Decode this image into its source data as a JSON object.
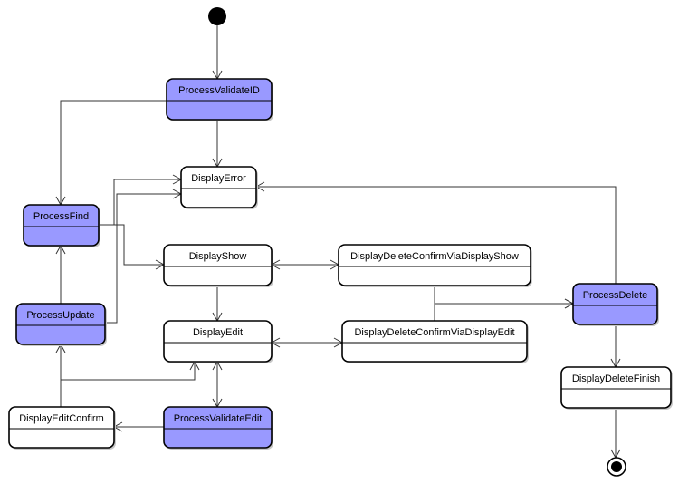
{
  "colors": {
    "process_fill": "#9999ff",
    "display_fill": "#ffffff",
    "stroke": "#000000",
    "edge": "#333333"
  },
  "states": [
    {
      "id": "validateID",
      "label": "ProcessValidateID",
      "kind": "process"
    },
    {
      "id": "error",
      "label": "DisplayError",
      "kind": "display"
    },
    {
      "id": "find",
      "label": "ProcessFind",
      "kind": "process"
    },
    {
      "id": "show",
      "label": "DisplayShow",
      "kind": "display"
    },
    {
      "id": "delConfShow",
      "label": "DisplayDeleteConfirmViaDisplayShow",
      "kind": "display"
    },
    {
      "id": "processDelete",
      "label": "ProcessDelete",
      "kind": "process"
    },
    {
      "id": "update",
      "label": "ProcessUpdate",
      "kind": "process"
    },
    {
      "id": "edit",
      "label": "DisplayEdit",
      "kind": "display"
    },
    {
      "id": "delConfEdit",
      "label": "DisplayDeleteConfirmViaDisplayEdit",
      "kind": "display"
    },
    {
      "id": "deleteFinish",
      "label": "DisplayDeleteFinish",
      "kind": "display"
    },
    {
      "id": "editConfirm",
      "label": "DisplayEditConfirm",
      "kind": "display"
    },
    {
      "id": "validateEdit",
      "label": "ProcessValidateEdit",
      "kind": "process"
    }
  ],
  "pseudo_states": [
    {
      "id": "start",
      "kind": "initial"
    },
    {
      "id": "end",
      "kind": "final"
    }
  ],
  "transitions": [
    {
      "from": "start",
      "to": "validateID"
    },
    {
      "from": "validateID",
      "to": "error"
    },
    {
      "from": "validateID",
      "to": "find"
    },
    {
      "from": "find",
      "to": "error"
    },
    {
      "from": "find",
      "to": "show"
    },
    {
      "from": "update",
      "to": "error"
    },
    {
      "from": "update",
      "to": "find"
    },
    {
      "from": "show",
      "to": "edit"
    },
    {
      "from": "show",
      "to": "delConfShow",
      "bidirectional": true
    },
    {
      "from": "delConfShow",
      "to": "processDelete"
    },
    {
      "from": "delConfEdit",
      "to": "processDelete"
    },
    {
      "from": "edit",
      "to": "delConfEdit",
      "bidirectional": true
    },
    {
      "from": "processDelete",
      "to": "error"
    },
    {
      "from": "processDelete",
      "to": "deleteFinish"
    },
    {
      "from": "deleteFinish",
      "to": "end"
    },
    {
      "from": "edit",
      "to": "validateEdit",
      "bidirectional": true
    },
    {
      "from": "validateEdit",
      "to": "editConfirm"
    },
    {
      "from": "editConfirm",
      "to": "update"
    },
    {
      "from": "editConfirm",
      "to": "edit"
    }
  ]
}
